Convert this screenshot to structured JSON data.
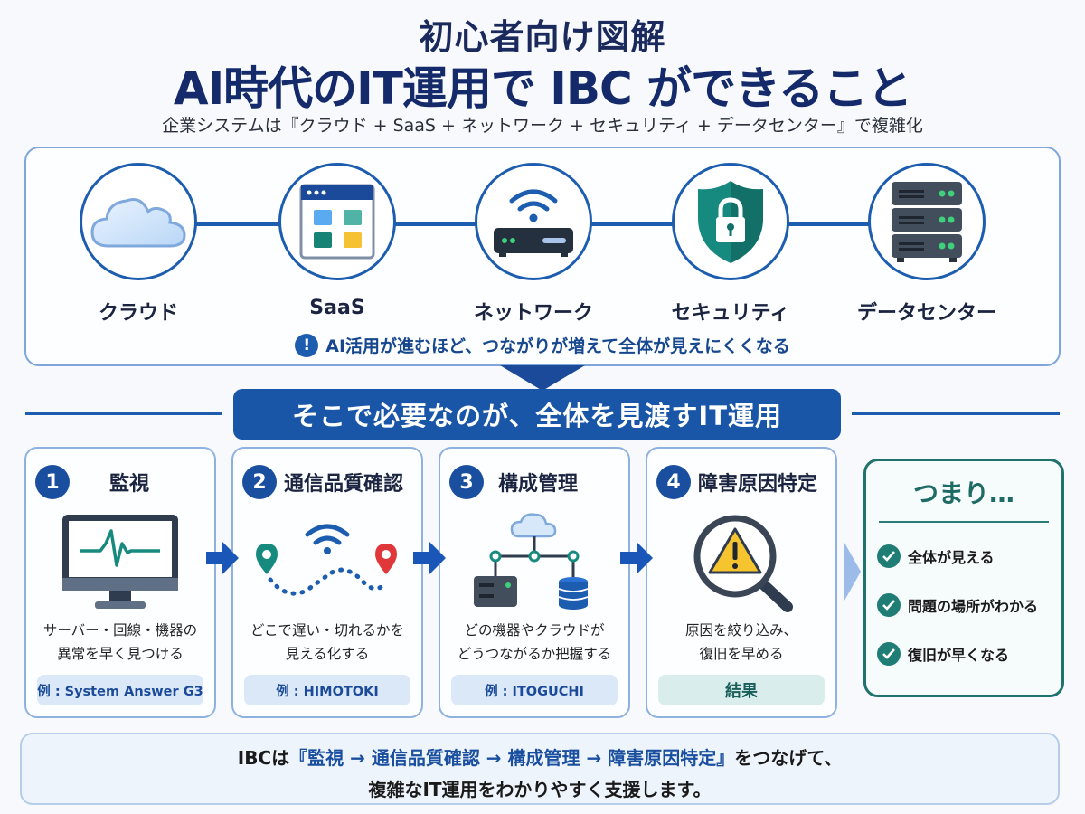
{
  "header": {
    "title_line1": "初心者向け図解",
    "title_line2": "AI時代のIT運用で IBC ができること",
    "subtitle": "企業システムは『クラウド + SaaS + ネットワーク + セキュリティ + データセンター』で複雑化"
  },
  "components": {
    "items": [
      {
        "label": "クラウド",
        "icon": "cloud-icon"
      },
      {
        "label": "SaaS",
        "icon": "app-window-icon"
      },
      {
        "label": "ネットワーク",
        "icon": "wifi-router-icon"
      },
      {
        "label": "セキュリティ",
        "icon": "shield-lock-icon"
      },
      {
        "label": "データセンター",
        "icon": "server-rack-icon"
      }
    ],
    "warning_icon": "!",
    "warning": "AI活用が進むほど、つながりが増えて全体が見えにくくなる"
  },
  "banner": {
    "text": "そこで必要なのが、全体を見渡すIT運用"
  },
  "steps": [
    {
      "num": "1",
      "title": "監視",
      "icon": "monitor-heartbeat-icon",
      "desc_1": "サーバー・回線・機器の",
      "desc_2": "異常を早く見つける",
      "tag": "例 : System Answer G3"
    },
    {
      "num": "2",
      "title": "通信品質確認",
      "icon": "wifi-route-icon",
      "desc_1": "どこで遅い・切れるかを",
      "desc_2": "見える化する",
      "tag": "例 : HIMOTOKI"
    },
    {
      "num": "3",
      "title": "構成管理",
      "icon": "topology-icon",
      "desc_1": "どの機器やクラウドが",
      "desc_2": "どうつながるか把握する",
      "tag": "例 : ITOGUCHI"
    },
    {
      "num": "4",
      "title": "障害原因特定",
      "icon": "magnifier-warning-icon",
      "desc_1": "原因を絞り込み、",
      "desc_2": "復旧を早める",
      "tag": "結果"
    }
  ],
  "summary": {
    "title": "つまり…",
    "items": [
      "全体が見える",
      "問題の場所がわかる",
      "復旧が早くなる"
    ]
  },
  "footer": {
    "prefix": "IBCは",
    "highlight": "『監視 → 通信品質確認 → 構成管理 → 障害原因特定』",
    "suffix": "をつなげて、",
    "line2": "複雑なIT運用をわかりやすく支援します。"
  },
  "colors": {
    "navy": "#142a6b",
    "primary_blue": "#1a56a8",
    "teal": "#1f7d76",
    "panel_border": "#8fb1e0"
  }
}
